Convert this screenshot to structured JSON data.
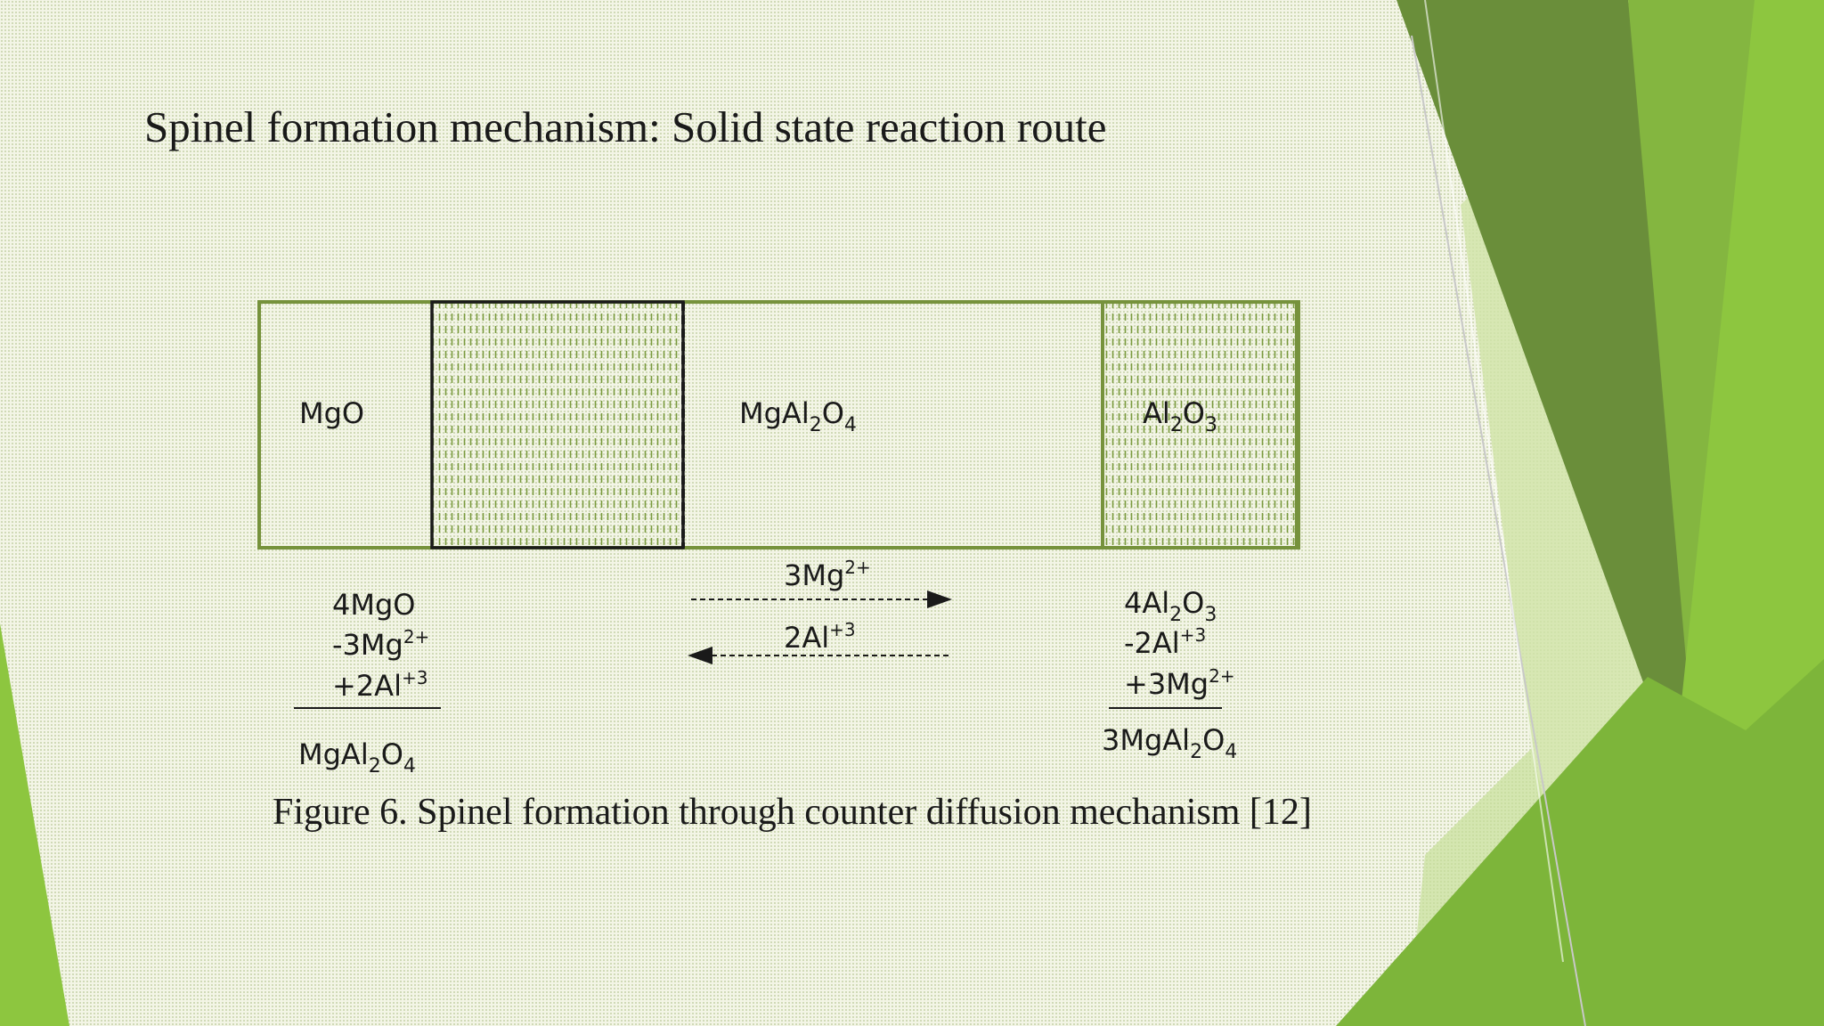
{
  "slide": {
    "title": "Spinel formation mechanism: Solid state reaction route",
    "caption": "Figure 6. Spinel formation through counter diffusion mechanism [12]"
  },
  "diagram": {
    "regions": {
      "mgo": {
        "base": "MgO",
        "parts": [
          "MgO"
        ]
      },
      "spinel": {
        "parts": [
          "MgAl",
          "2",
          "O",
          "4"
        ]
      },
      "alumina": {
        "parts": [
          "Al",
          "2",
          "O",
          "3"
        ]
      }
    },
    "left_reaction": {
      "line1": {
        "parts": [
          "4MgO"
        ]
      },
      "line2": {
        "parts": [
          "-3Mg",
          "2+"
        ]
      },
      "line3": {
        "parts": [
          "+2Al",
          "+3"
        ]
      },
      "result": {
        "parts": [
          "MgAl",
          "2",
          "O",
          "4"
        ]
      }
    },
    "right_reaction": {
      "line1": {
        "parts": [
          "4Al",
          "2",
          "O",
          "3"
        ]
      },
      "line2": {
        "parts": [
          "-2Al",
          "+3"
        ]
      },
      "line3": {
        "parts": [
          "+3Mg",
          "2+"
        ]
      },
      "result": {
        "parts": [
          "3MgAl",
          "2",
          "O",
          "4"
        ]
      }
    },
    "diffusion": {
      "right_arrow_label": {
        "parts": [
          "3Mg",
          "2+"
        ]
      },
      "left_arrow_label": {
        "parts": [
          "2Al",
          "+3"
        ]
      }
    }
  },
  "colors": {
    "background": "#f3f5e6",
    "outline_green": "#76923c",
    "dark_green": "#6a8e3a",
    "bright_green": "#8dc63f",
    "light_green": "#b9d985",
    "text": "#1a1a1a"
  }
}
